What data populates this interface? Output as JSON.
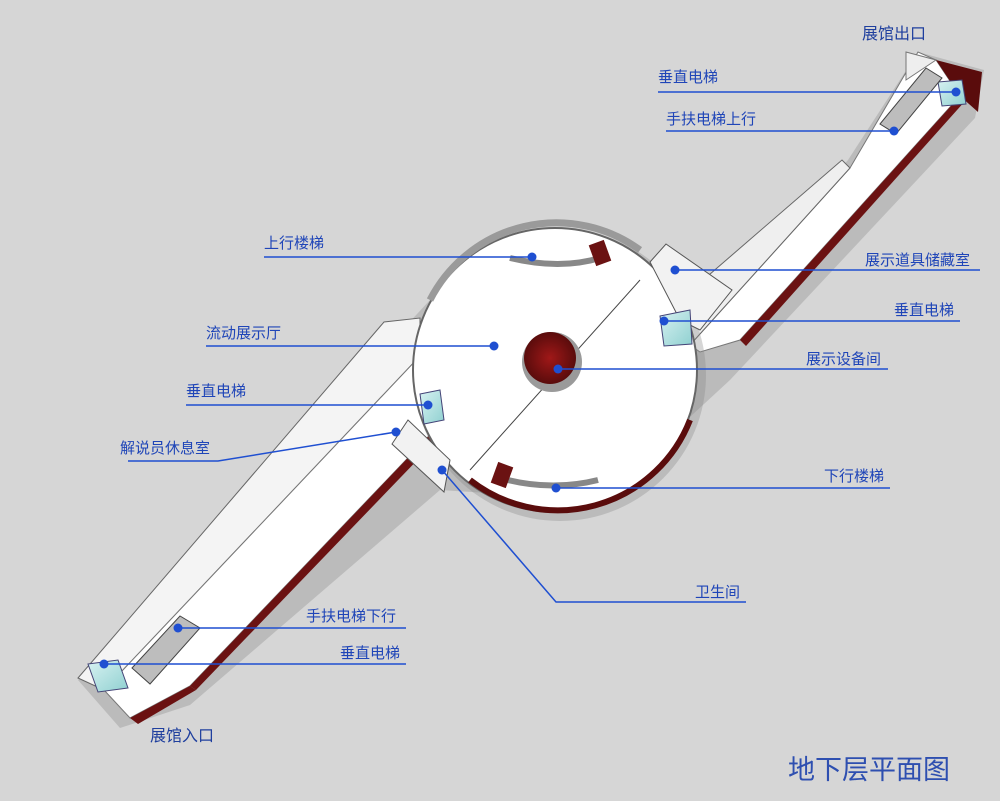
{
  "title": "地下层平面图",
  "colors": {
    "background": "#d6d6d6",
    "floor": "#ffffff",
    "wall": "#7a1a1a",
    "leader": "#1f4fd1",
    "text": "#1f45b8"
  },
  "corners": {
    "entrance": "展馆入口",
    "exit": "展馆出口"
  },
  "labels": {
    "exit_elevator": "垂直电梯",
    "escalator_up": "手扶电梯上行",
    "stairs_up": "上行楼梯",
    "props_storage": "展示道具储藏室",
    "hall_elevator_right": "垂直电梯",
    "mobile_hall": "流动展示厅",
    "equipment_room": "展示设备间",
    "hall_elevator_left": "垂直电梯",
    "guide_lounge": "解说员休息室",
    "stairs_down": "下行楼梯",
    "restroom": "卫生间",
    "escalator_down": "手扶电梯下行",
    "entrance_elevator": "垂直电梯"
  }
}
